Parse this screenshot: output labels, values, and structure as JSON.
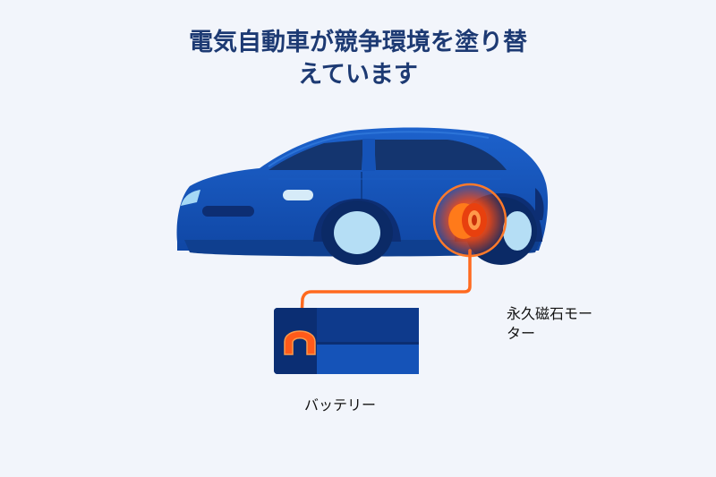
{
  "title": {
    "line1": "電気自動車が競争環境を塗り替",
    "line2": "えています"
  },
  "labels": {
    "motor_line1": "永久磁石モー",
    "motor_line2": "ター",
    "battery": "バッテリー"
  },
  "colors": {
    "title": "#1d3a73",
    "car_body": "#1553b8",
    "car_dark": "#0d2e73",
    "window": "#14356f",
    "headlight": "#a6d8f5",
    "wheel": "#b5def5",
    "tire": "#0b2a66",
    "motor_glow": "#ff5a1a",
    "cable": "#ff6a1f",
    "battery_body": "#0f3f96",
    "battery_top": "#0b2e73",
    "background": "#f2f5fb"
  },
  "icons": {
    "car": "car-icon",
    "motor": "motor-icon",
    "battery": "battery-icon",
    "magnet": "magnet-icon"
  }
}
